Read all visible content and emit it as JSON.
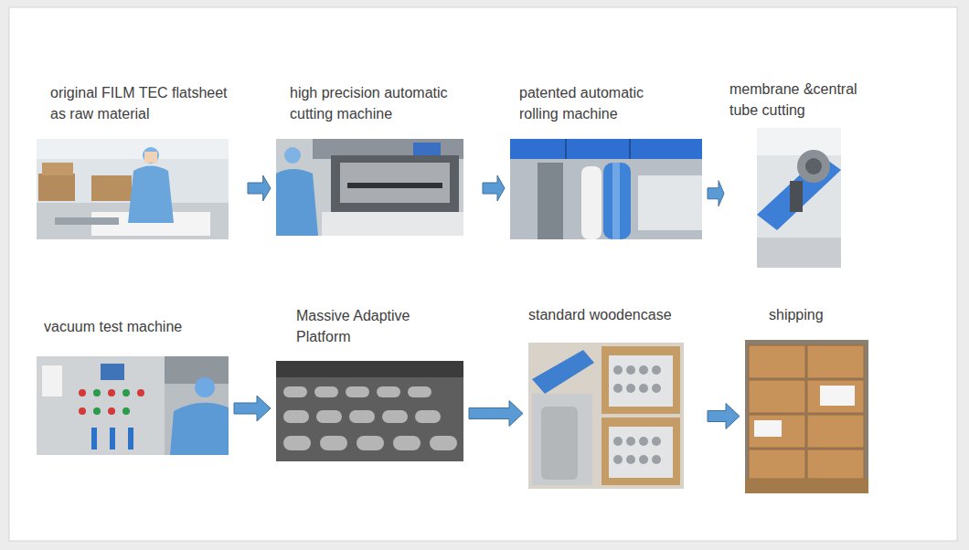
{
  "diagram": {
    "nodes": [
      {
        "text": [
          "original FILM TEC flatsheet as raw material"
        ]
      },
      {
        "text": [
          "high precision automatic cutting machine"
        ]
      },
      {
        "text": [
          "patented automatic rolling machine"
        ]
      },
      {
        "text": [
          "membrane &central tube cutting"
        ]
      },
      {
        "text": [
          "vacuum test machine"
        ]
      },
      {
        "text": [
          "Massive Adaptive Platform"
        ]
      },
      {
        "text": [
          "standard woodencase"
        ]
      },
      {
        "text": [
          "shipping"
        ]
      }
    ],
    "edges": [
      {
        "from": 0,
        "to": 1,
        "arrow": "to"
      },
      {
        "from": 1,
        "to": 2,
        "arrow": "to"
      },
      {
        "from": 2,
        "to": 3,
        "arrow": "to"
      },
      {
        "from": 4,
        "to": 5,
        "arrow": "to"
      },
      {
        "from": 5,
        "to": 6,
        "arrow": "to"
      },
      {
        "from": 6,
        "to": 7,
        "arrow": "to"
      }
    ]
  }
}
